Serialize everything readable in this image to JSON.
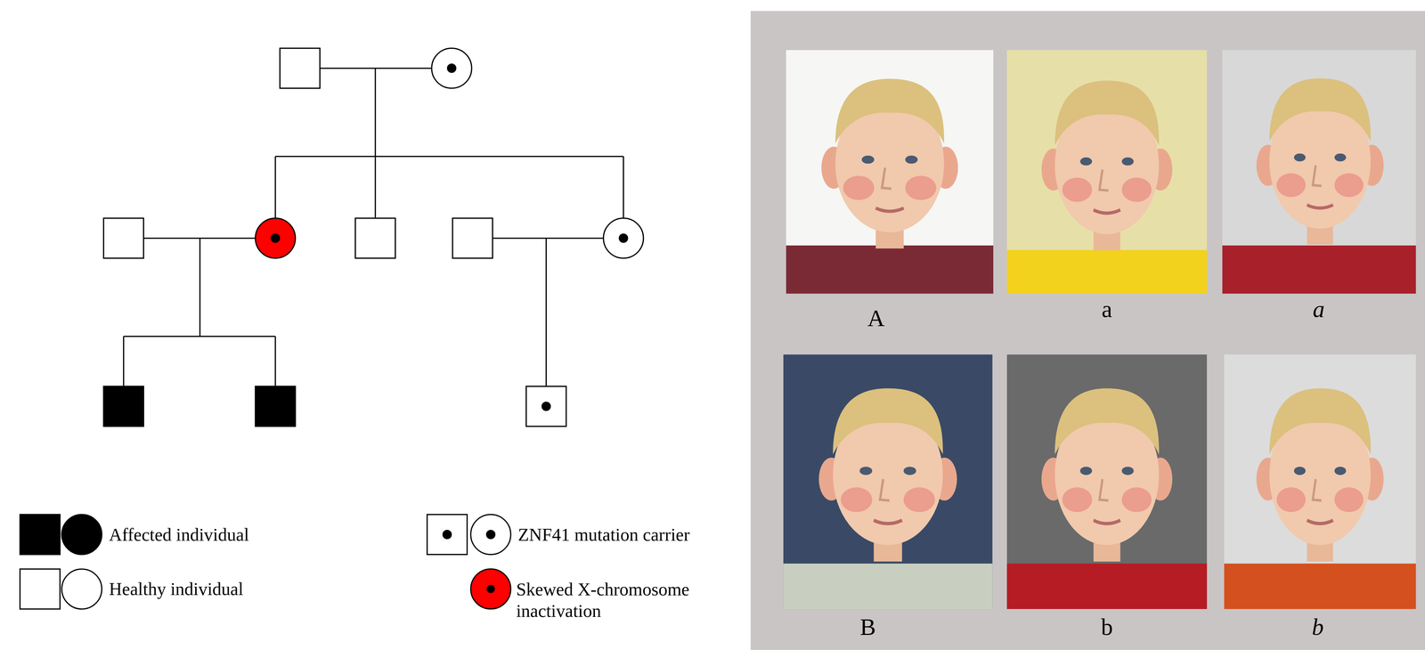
{
  "diagram": {
    "labels": [
      "A",
      "a",
      "a",
      "B",
      "b",
      "b"
    ],
    "legend": [
      {
        "text": "Affected individual"
      },
      {
        "text": "Healthy individual"
      },
      {
        "text": "ZNF41 mutation carrier"
      },
      {
        "text": "Skewed X-chromosome inactivation",
        "color": "#ff0000"
      }
    ]
  }
}
